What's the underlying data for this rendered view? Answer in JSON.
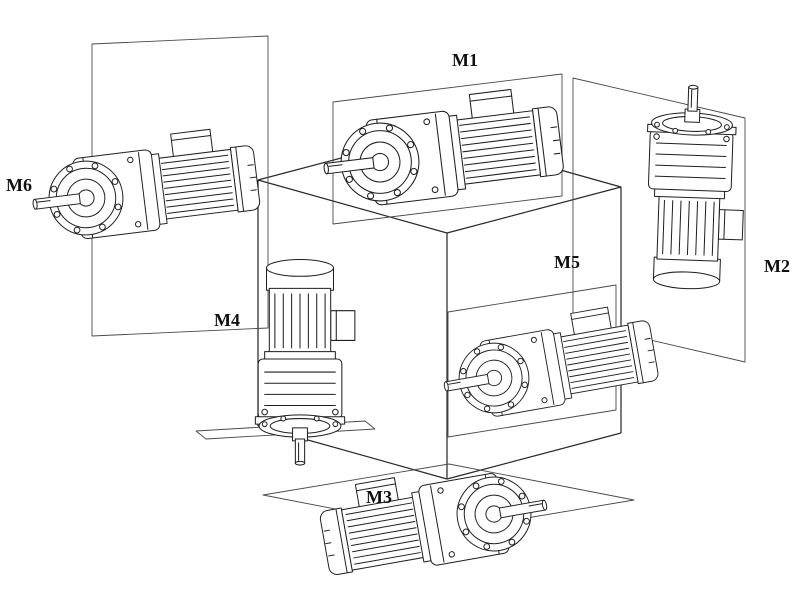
{
  "canvas": {
    "background": "#ffffff",
    "line_color": "#1f1f1f",
    "plane_line_color": "#4a4a4a"
  },
  "diagram": {
    "kind": "gearmotor-mounting-positions",
    "positions": [
      "M1",
      "M2",
      "M3",
      "M4",
      "M5",
      "M6"
    ]
  },
  "labels": {
    "m1": "M1",
    "m2": "M2",
    "m3": "M3",
    "m4": "M4",
    "m5": "M5",
    "m6": "M6"
  }
}
